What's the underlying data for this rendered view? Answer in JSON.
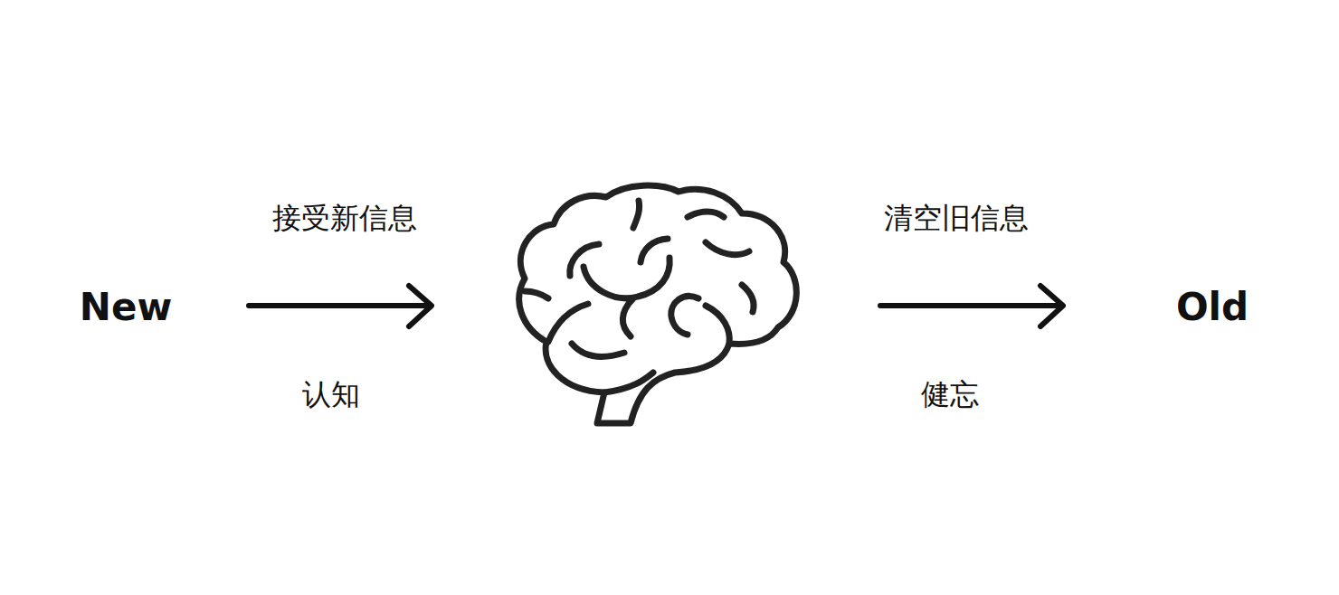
{
  "diagram": {
    "labels": [
      "New",
      "接受新信息",
      "认知",
      "清空旧信息",
      "健忘",
      "Old"
    ]
  }
}
